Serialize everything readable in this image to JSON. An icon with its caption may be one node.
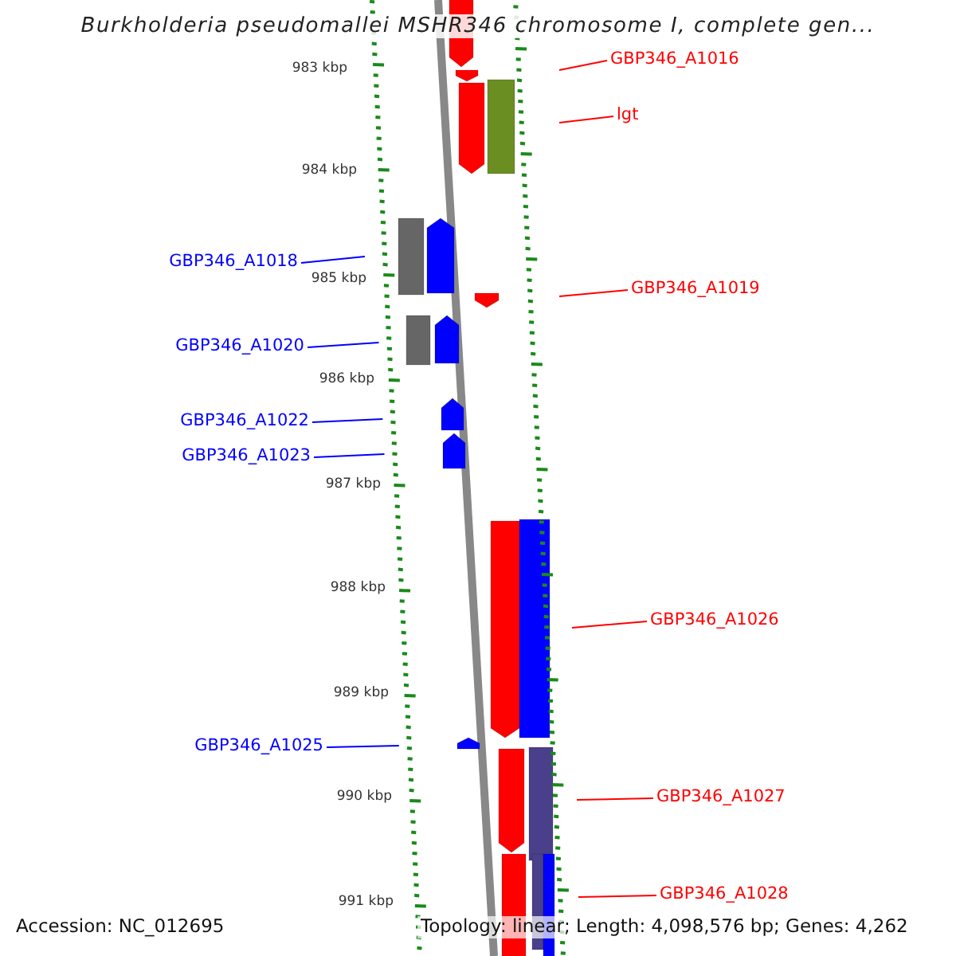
{
  "diagram": {
    "title": "Burkholderia pseudomallei MSHR346 chromosome I, complete gen...",
    "nodes": [
      {
        "text": [
          "GBP346_A1016"
        ]
      },
      {
        "text": [
          "lgt"
        ]
      },
      {
        "text": [
          "GBP346_A1018"
        ]
      },
      {
        "text": [
          "GBP346_A1019"
        ]
      },
      {
        "text": [
          "GBP346_A1020"
        ]
      },
      {
        "text": [
          "GBP346_A1022"
        ]
      },
      {
        "text": [
          "GBP346_A1023"
        ]
      },
      {
        "text": [
          "GBP346_A1026"
        ]
      },
      {
        "text": [
          "GBP346_A1025"
        ]
      },
      {
        "text": [
          "GBP346_A1027"
        ]
      },
      {
        "text": [
          "GBP346_A1028"
        ]
      }
    ],
    "edges": [
      {
        "from": 0,
        "to": null,
        "arrow": "none"
      },
      {
        "from": 1,
        "to": null,
        "arrow": "none"
      },
      {
        "from": 2,
        "to": null,
        "arrow": "none",
        "color": "#0000ff"
      },
      {
        "from": 3,
        "to": null,
        "arrow": "none"
      },
      {
        "from": 4,
        "to": null,
        "arrow": "none",
        "color": "#0000ff"
      },
      {
        "from": 5,
        "to": null,
        "arrow": "none",
        "color": "#0000ff"
      },
      {
        "from": 6,
        "to": null,
        "arrow": "none",
        "color": "#0000ff"
      },
      {
        "from": 7,
        "to": null,
        "arrow": "none"
      },
      {
        "from": 8,
        "to": null,
        "arrow": "none",
        "color": "#0000ff"
      },
      {
        "from": 9,
        "to": null,
        "arrow": "none"
      },
      {
        "from": 10,
        "to": null,
        "arrow": "none"
      }
    ],
    "labels": [
      "983 kbp",
      "984 kbp",
      "985 kbp",
      "986 kbp",
      "987 kbp",
      "988 kbp",
      "989 kbp",
      "990 kbp",
      "991 kbp",
      "Accession: NC_012695",
      "Topology: linear; Length: 4,098,576 bp; Genes: 4,262"
    ]
  }
}
